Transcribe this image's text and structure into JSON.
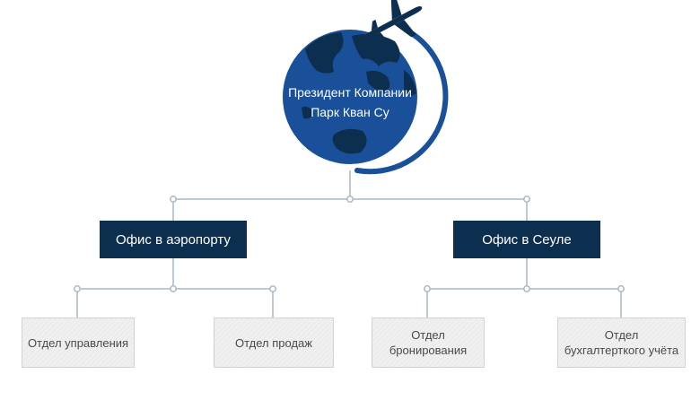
{
  "president": {
    "line1": "Президент Компании",
    "line2": "Парк Кван Су"
  },
  "offices": [
    {
      "label": "Офис в аэропорту",
      "departments": [
        {
          "lines": [
            "Отдел управления"
          ]
        },
        {
          "lines": [
            "Отдел продаж"
          ]
        }
      ]
    },
    {
      "label": "Офис в Сеуле",
      "departments": [
        {
          "lines": [
            "Отдел",
            "бронирования"
          ]
        },
        {
          "lines": [
            "Отдел",
            "бухгалтерткого учёта"
          ]
        }
      ]
    }
  ],
  "colors": {
    "globe_ocean": "#1a4f9a",
    "globe_land": "#0d2f4f",
    "office_box": "#0d2f4f",
    "dept_box": "#ececec",
    "connector": "#a9b7c6"
  },
  "icons": [
    "globe-icon",
    "airplane-icon"
  ]
}
